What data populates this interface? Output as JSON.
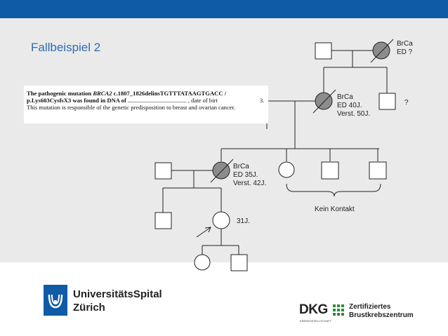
{
  "slide": {
    "title": "Fallbeispiel 2",
    "colors": {
      "header": "#0f5ba6",
      "title": "#2f6bb3",
      "content_bg": "#eaeaea",
      "affected_fill": "#8c8c8c"
    }
  },
  "pedigree": {
    "gen1_female_label": "BrCa\nED ?",
    "gen2_female_label": "BrCa\nED 40J.\nVerst. 50J.",
    "gen2_male_unknown": "?",
    "gen3_female_label": "BrCa\nED 35J.\nVerst. 42J.",
    "bracket_label": "Kein Kontakt",
    "gen4_female_label": "31J."
  },
  "excerpt": {
    "line1_a": "The pathogenic mutation ",
    "line1_b": "BRCA2",
    "line1_c": " c.1807_1826delinsTGTTTATAAGTGACC /",
    "line2_a": "p.Lys603CysfsX3 was found in DNA of",
    "line2_b": ", date of birt",
    "line2_c": "3.",
    "line3": "This mutation is responsible of the genetic predisposition to breast and ovarian cancer."
  },
  "footer": {
    "usz_line1": "UniversitätsSpital",
    "usz_line2": "Zürich",
    "dkg_logo": "DKG",
    "dkg_line1": "Zertifiziertes",
    "dkg_line2": "Brustkrebszentrum",
    "dkg_sub": "KREBSGESELLSCHAFT"
  }
}
